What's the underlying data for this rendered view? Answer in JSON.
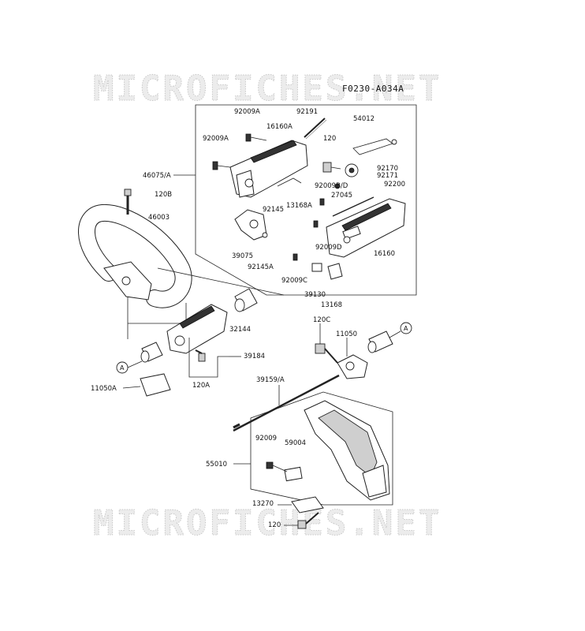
{
  "drawing_code": "F0230-A034A",
  "watermark": "MICROFICHES.NET",
  "ref_mark": "A",
  "labels": {
    "p92009A_top": "92009A",
    "p92191": "92191",
    "p54012": "54012",
    "p16160A": "16160A",
    "p92009A_left": "92009A",
    "p120_top": "120",
    "p92170": "92170",
    "p92171": "92171",
    "p46075A": "46075/A",
    "p92200": "92200",
    "p92009BD": "92009B/D",
    "p27045": "27045",
    "p120B": "120B",
    "p46003": "46003",
    "p92145": "92145",
    "p13168A": "13168A",
    "p92009D": "92009D",
    "p39075": "39075",
    "p16160": "16160",
    "p92145A": "92145A",
    "p92009C": "92009C",
    "p39130": "39130",
    "p13168": "13168",
    "p32144": "32144",
    "p120C": "120C",
    "p11050": "11050",
    "p39184": "39184",
    "p120A": "120A",
    "p11050A": "11050A",
    "p39159A": "39159/A",
    "p92009_bot": "92009",
    "p59004": "59004",
    "p55010": "55010",
    "p13270": "13270",
    "p120_bot": "120"
  }
}
